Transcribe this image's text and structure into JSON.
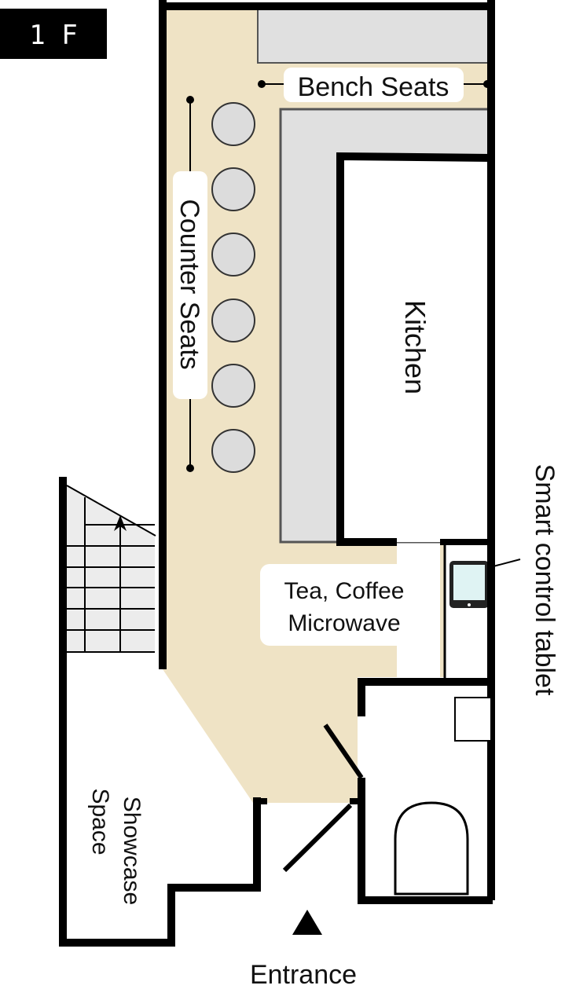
{
  "floor_label": "1 F",
  "labels": {
    "bench_seats": "Bench Seats",
    "counter_seats": "Counter Seats",
    "kitchen": "Kitchen",
    "tea_coffee": "Tea, Coffee",
    "microwave": "Microwave",
    "smart_tablet": "Smart control tablet",
    "showcase": "Showcase",
    "space": "Space",
    "entrance": "Entrance"
  },
  "colors": {
    "floor": "#efe3c5",
    "wall": "#000000",
    "counter": "#e0e0e0",
    "stool": "#dcdcdc",
    "stairs": "#ececec",
    "tablet_screen": "#dff3f3",
    "label_box": "#ffffff"
  },
  "counter_stools": 6
}
